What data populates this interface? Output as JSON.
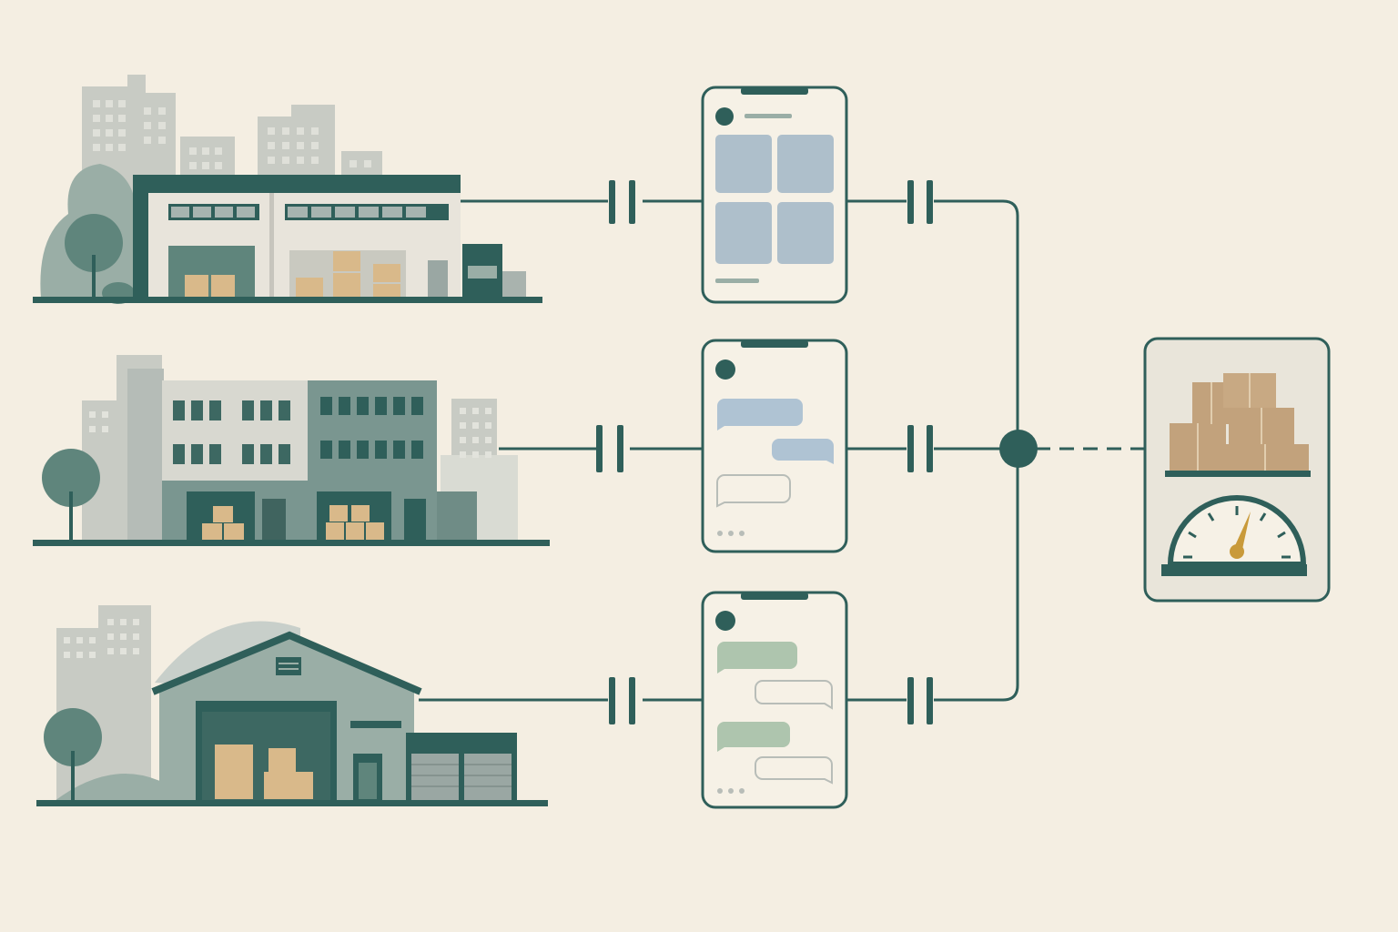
{
  "palette": {
    "background": "#f4eee2",
    "teal_dark": "#2f5f5a",
    "teal_mid": "#5f857c",
    "grey_building": "#c8cbc4",
    "grey_light": "#d9dbd3",
    "wall_light": "#e8e4db",
    "box_tan": "#d9b98a",
    "box_brown": "#c2a27c",
    "tile_blue": "#aebfcb",
    "bubble_blue": "#afc3d3",
    "bubble_green": "#aec5ae",
    "needle_gold": "#c99a3a"
  },
  "diagram": {
    "nodes": [
      {
        "id": "warehouse-1",
        "kind": "warehouse",
        "icon": "office-warehouse-icon"
      },
      {
        "id": "warehouse-2",
        "kind": "warehouse",
        "icon": "multi-storey-warehouse-icon"
      },
      {
        "id": "warehouse-3",
        "kind": "warehouse",
        "icon": "barn-warehouse-icon"
      },
      {
        "id": "phone-1",
        "kind": "phone",
        "icon": "photo-grid-phone-icon"
      },
      {
        "id": "phone-2",
        "kind": "phone",
        "icon": "chat-phone-icon"
      },
      {
        "id": "phone-3",
        "kind": "phone",
        "icon": "chat-phone-icon"
      },
      {
        "id": "hub",
        "kind": "junction",
        "icon": "hub-dot-icon"
      },
      {
        "id": "inventory",
        "kind": "panel",
        "icon": "boxes-gauge-icon"
      }
    ],
    "edges": [
      {
        "from": "warehouse-1",
        "to": "phone-1",
        "style": "solid"
      },
      {
        "from": "warehouse-2",
        "to": "phone-2",
        "style": "solid"
      },
      {
        "from": "warehouse-3",
        "to": "phone-3",
        "style": "solid"
      },
      {
        "from": "phone-1",
        "to": "hub",
        "style": "solid"
      },
      {
        "from": "phone-2",
        "to": "hub",
        "style": "solid"
      },
      {
        "from": "phone-3",
        "to": "hub",
        "style": "solid"
      },
      {
        "from": "hub",
        "to": "inventory",
        "style": "dashed"
      }
    ]
  }
}
